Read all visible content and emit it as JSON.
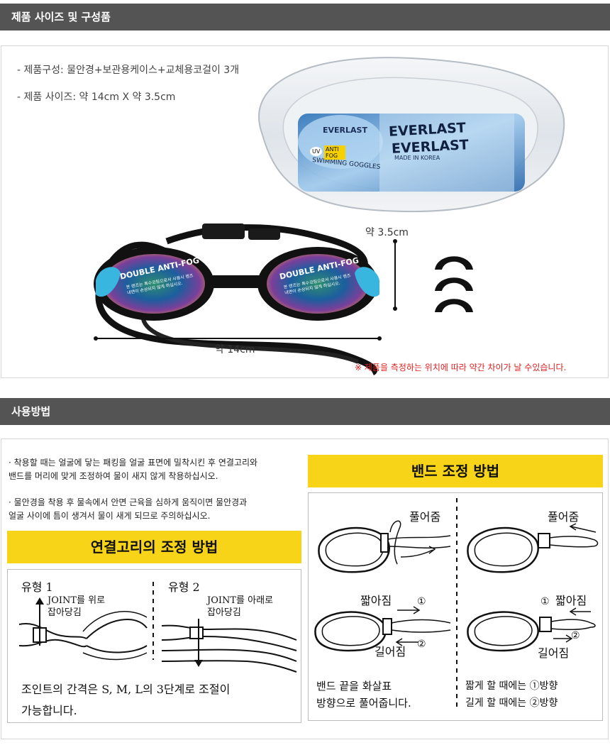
{
  "section1": {
    "title": "제품 사이즈 및 구성품",
    "components_line": "- 제품구성: 물안경+보관용케이스+교체용코걸이 3개",
    "size_line": "- 제품 사이즈: 약 14cm X 약 3.5cm",
    "height_label": "약 3.5cm",
    "width_label": "약 14cm",
    "note": "※ 제품을 측정하는 위치에 따라 약간 차이가 날 수있습니다.",
    "case_brand": "EVERLAST",
    "case_brand2": "EVERLAST",
    "case_made": "MADE IN KOREA",
    "case_product": "SWIMMING GOGGLES",
    "case_uv": "UV",
    "case_antifog": "ANTI FOG",
    "lens_text": "DOUBLE ANTI-FOG",
    "lens_small": "본 렌즈는 특수코팅으로서 사용시 렌즈내면이 손상되지 않게 하십시오."
  },
  "section2": {
    "title": "사용방법",
    "usage1_line1": "· 착용할 때는 얼굴에 닿는 패킹을 얼굴 표면에 밀착시킨 후 연결고리와",
    "usage1_line2": "밴드를 머리에 맞게 조정하여 물이 새지 않게 착용하십시오.",
    "usage2_line1": "· 물안경을 착용 후 물속에서 안면 근육을 심하게 움직이면 물안경과",
    "usage2_line2": "얼굴 사이에 틈이 생겨서 물이 새게 되므로 주의하십시오.",
    "joint_title": "연결고리의 조정 방법",
    "type1": "유형 1",
    "type1_desc1": "JOINT를 위로",
    "type1_desc2": "잡아당김",
    "type2": "유형 2",
    "type2_desc1": "JOINT를 아래로",
    "type2_desc2": "잡아당김",
    "joint_caption1": "조인트의 간격은 S, M, L의 3단계로 조절이",
    "joint_caption2": "가능합니다.",
    "band_title": "밴드 조정 방법",
    "loosen": "풀어줌",
    "loosen2": "풀어줌",
    "shorten": "짧아짐",
    "shorten2": "짧아짐",
    "lengthen": "길어짐",
    "lengthen2": "길어짐",
    "num1": "①",
    "num2": "②",
    "num1b": "①",
    "num2b": "②",
    "band_caption_left1": "밴드 끝을 화살표",
    "band_caption_left2": "방향으로 풀어줍니다.",
    "band_caption_right1": "짧게 할 때에는 ①방향",
    "band_caption_right2": "길게 할 때에는 ②방향"
  }
}
